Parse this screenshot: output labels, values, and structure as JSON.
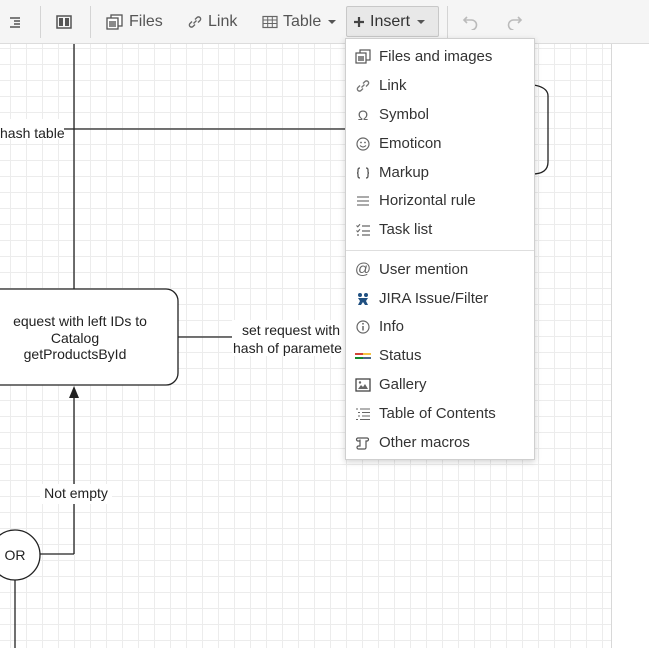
{
  "toolbar": {
    "files_label": "Files",
    "link_label": "Link",
    "table_label": "Table",
    "insert_label": "Insert"
  },
  "diagram": {
    "hash_table_label": "hash table",
    "request_box_lines": [
      "equest with left IDs to",
      "Catalog",
      "getProductsById"
    ],
    "set_request_lines": [
      "set request with",
      "hash of paramete"
    ],
    "not_empty_label": "Not empty",
    "or_label": "OR"
  },
  "insert_menu": {
    "items": [
      {
        "label": "Files and images",
        "icon": "files-images-icon"
      },
      {
        "label": "Link",
        "icon": "link-icon"
      },
      {
        "label": "Symbol",
        "icon": "omega-icon"
      },
      {
        "label": "Emoticon",
        "icon": "smiley-icon"
      },
      {
        "label": "Markup",
        "icon": "markup-icon"
      },
      {
        "label": "Horizontal rule",
        "icon": "horizontal-rule-icon"
      },
      {
        "label": "Task list",
        "icon": "task-list-icon"
      },
      {
        "label": "User mention",
        "icon": "at-icon"
      },
      {
        "label": "JIRA Issue/Filter",
        "icon": "jira-icon"
      },
      {
        "label": "Info",
        "icon": "info-icon"
      },
      {
        "label": "Status",
        "icon": "status-icon"
      },
      {
        "label": "Gallery",
        "icon": "gallery-icon"
      },
      {
        "label": "Table of Contents",
        "icon": "toc-icon"
      },
      {
        "label": "Other macros",
        "icon": "macro-icon"
      }
    ]
  }
}
